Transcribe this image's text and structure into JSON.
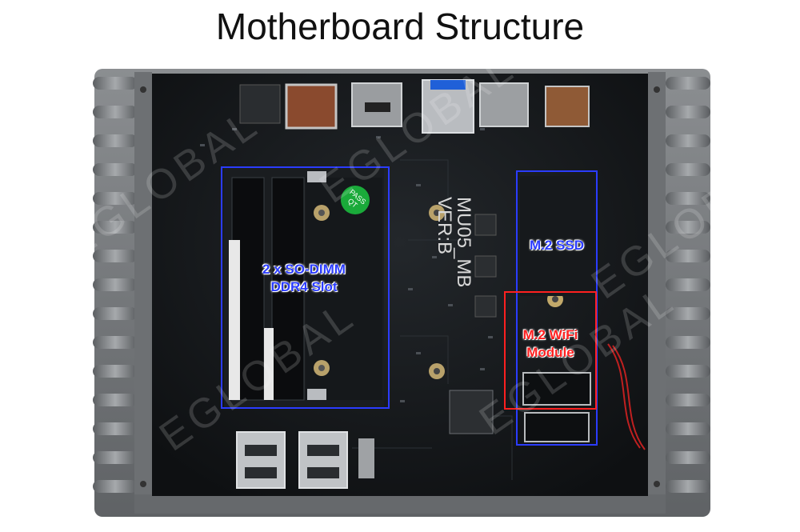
{
  "title": "Motherboard Structure",
  "board": {
    "model_line1": "MU05_MB",
    "model_line2": "VER:B",
    "pass_sticker_line1": "PASS",
    "pass_sticker_line2": "QT"
  },
  "callouts": {
    "ram_line1": "2 x SO-DIMM",
    "ram_line2": "DDR4 Slot",
    "ssd": "M.2 SSD",
    "wifi_line1": "M.2 WiFi",
    "wifi_line2": "Module"
  },
  "watermark": "EGLOBAL",
  "colors": {
    "blue_box": "#2b3cff",
    "red_box": "#ff2020",
    "pcb": "#16191c",
    "chassis": "#7a7d80"
  }
}
